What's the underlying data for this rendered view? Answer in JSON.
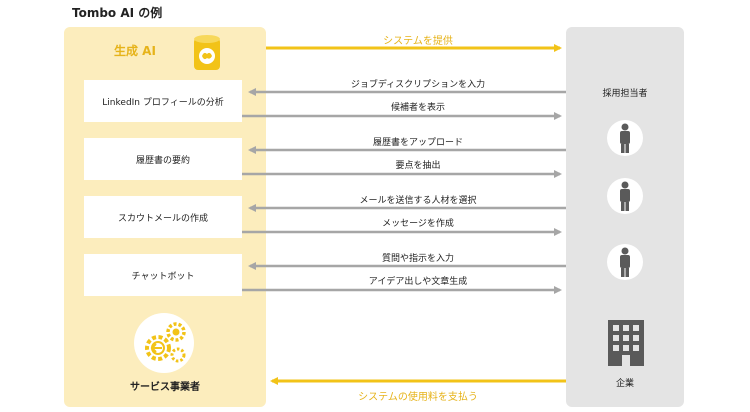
{
  "title": "Tombo AI の例",
  "left": {
    "gen_ai_label": "生成 AI",
    "provider_label": "サービス事業者",
    "functions": [
      {
        "label": "LinkedIn プロフィールの分析"
      },
      {
        "label": "履歴書の要約"
      },
      {
        "label": "スカウトメールの作成"
      },
      {
        "label": "チャットボット"
      }
    ]
  },
  "right": {
    "recruiter_label": "採用担当者",
    "company_label": "企業"
  },
  "arrows": {
    "provide_system": "システムを提供",
    "pay_fee": "システムの使用料を支払う",
    "flows": [
      {
        "in": "ジョブディスクリプションを入力",
        "out": "候補者を表示"
      },
      {
        "in": "履歴書をアップロード",
        "out": "要点を抽出"
      },
      {
        "in": "メールを送信する人材を選択",
        "out": "メッセージを作成"
      },
      {
        "in": "質問や指示を入力",
        "out": "アイデア出しや文章生成"
      }
    ]
  },
  "colors": {
    "accent_yellow": "#f2c318",
    "panel_yellow": "#fcedbd",
    "panel_gray": "#e4e4e4",
    "arrow_gray": "#a6a6a6",
    "icon_dark": "#5a5a5a"
  }
}
